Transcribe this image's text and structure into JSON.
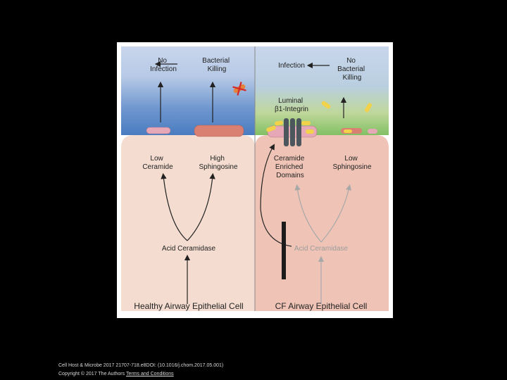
{
  "left_panel": {
    "title": "Healthy Airway Epithelial Cell",
    "top_left_label": [
      "No",
      "Infection"
    ],
    "top_right_label": [
      "Bacterial",
      "Killing"
    ],
    "mid_left_label": [
      "Low",
      "Ceramide"
    ],
    "mid_right_label": [
      "High",
      "Sphingosine"
    ],
    "enzyme_label": "Acid Ceramidase"
  },
  "right_panel": {
    "title": "CF Airway Epithelial Cell",
    "top_left_label": [
      "Infection"
    ],
    "top_right_label": [
      "No",
      "Bacterial",
      "Killing"
    ],
    "integrin_label": [
      "Luminal",
      "β1-Integrin"
    ],
    "mid_left_label": [
      "Ceramide",
      "Enriched",
      "Domains"
    ],
    "mid_right_label": [
      "Low",
      "Sphingosine"
    ],
    "enzyme_label": "Acid Ceramidase"
  },
  "colors": {
    "background": "#000000",
    "lumen_blue": "#a9bedf",
    "lumen_deep_blue": "#4f7fbf",
    "lumen_green": "#7fbf5f",
    "cell_healthy": "#f3dccd",
    "cell_cf": "#efc3b5",
    "membrane_pink": "#e2a3b3",
    "membrane_salmon": "#d97a6e",
    "integrin_grey": "#4e5a60",
    "bacteria_yellow": "#f2d14b"
  },
  "footer": {
    "citation": "Cell Host & Microbe 2017 21707-718.e8DOI: (10.1016/j.chom.2017.05.001)",
    "copyright": "Copyright © 2017 The Authors",
    "terms_link": "Terms and Conditions"
  }
}
